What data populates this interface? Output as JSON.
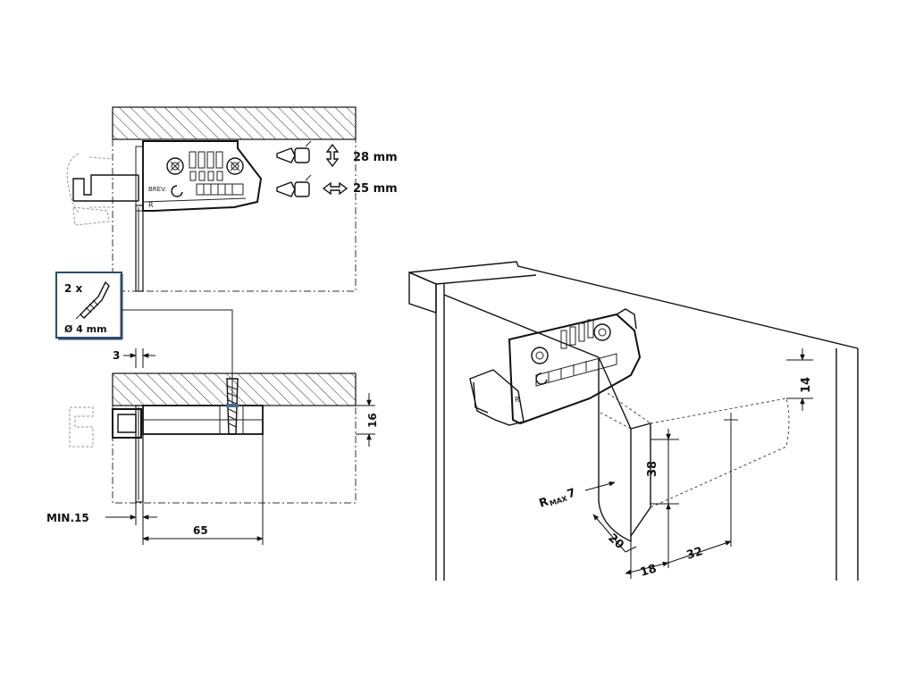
{
  "screw_box": {
    "quantity": "2 x",
    "diameter": "Ø 4 mm",
    "icon": "screw-icon"
  },
  "adjustments": {
    "vertical": "28 mm",
    "horizontal": "25 mm"
  },
  "part_marks": {
    "brev": "BREV."
  },
  "dimensions": {
    "gap": "3",
    "height_16": "16",
    "min_15": "MIN.15",
    "depth_65": "65",
    "d14": "14",
    "d38": "38",
    "radius_prefix": "R",
    "radius_sub": "MAX",
    "radius_value": "7",
    "d20": "20",
    "d18": "18",
    "d32": "32"
  },
  "colors": {
    "line": "#111111",
    "box_border": "#2e4a6b",
    "hatch": "#333333"
  }
}
